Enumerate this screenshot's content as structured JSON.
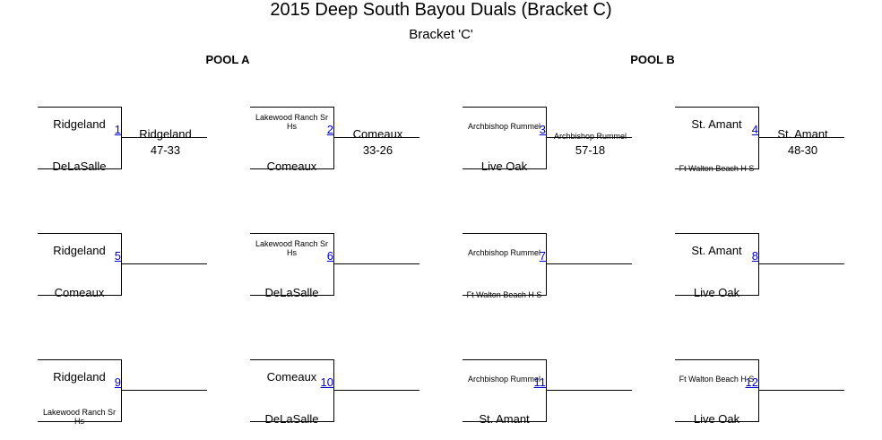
{
  "header": {
    "title": "2015 Deep South Bayou Duals (Bracket C)",
    "subtitle": "Bracket 'C'"
  },
  "pools": [
    "POOL A",
    "POOL B"
  ],
  "matches": [
    {
      "number": "1",
      "top": "Ridgeland",
      "bottom": "DeLaSalle",
      "winner": "Ridgeland",
      "score": "47-33"
    },
    {
      "number": "2",
      "top": "Lakewood Ranch Sr Hs",
      "bottom": "Comeaux",
      "winner": "Comeaux",
      "score": "33-26"
    },
    {
      "number": "3",
      "top": "Archbishop Rummel",
      "bottom": "Live Oak",
      "winner": "Archbishop Rummel",
      "score": "57-18"
    },
    {
      "number": "4",
      "top": "St. Amant",
      "bottom": "Ft Walton Beach H S",
      "winner": "St. Amant",
      "score": "48-30"
    },
    {
      "number": "5",
      "top": "Ridgeland",
      "bottom": "Comeaux",
      "winner": "",
      "score": ""
    },
    {
      "number": "6",
      "top": "Lakewood Ranch Sr Hs",
      "bottom": "DeLaSalle",
      "winner": "",
      "score": ""
    },
    {
      "number": "7",
      "top": "Archbishop Rummel",
      "bottom": "Ft Walton Beach H S",
      "winner": "",
      "score": ""
    },
    {
      "number": "8",
      "top": "St. Amant",
      "bottom": "Live Oak",
      "winner": "",
      "score": ""
    },
    {
      "number": "9",
      "top": "Ridgeland",
      "bottom": "Lakewood Ranch Sr Hs",
      "winner": "",
      "score": ""
    },
    {
      "number": "10",
      "top": "Comeaux",
      "bottom": "DeLaSalle",
      "winner": "",
      "score": ""
    },
    {
      "number": "11",
      "top": "Archbishop Rummel",
      "bottom": "St. Amant",
      "winner": "",
      "score": ""
    },
    {
      "number": "12",
      "top": "Ft Walton Beach H S",
      "bottom": "Live Oak",
      "winner": "",
      "score": ""
    }
  ]
}
